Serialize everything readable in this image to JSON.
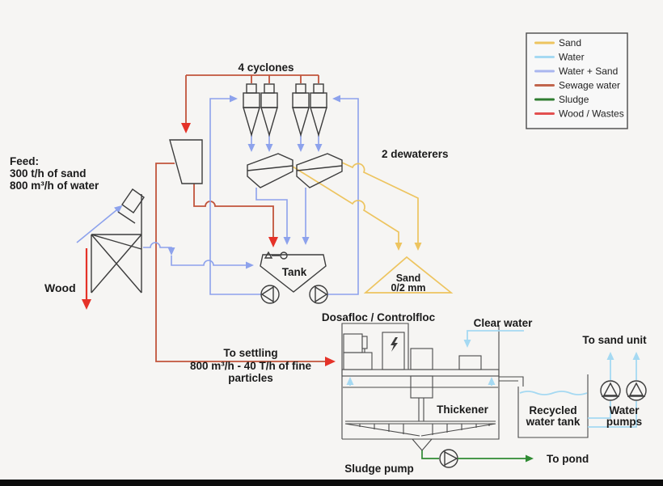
{
  "legend": {
    "items": [
      {
        "label": "Sand",
        "color": "#edc45f"
      },
      {
        "label": "Water",
        "color": "#a5d9f2"
      },
      {
        "label": "Water + Sand",
        "color": "#a9b6ef"
      },
      {
        "label": "Sewage water",
        "color": "#c1654d"
      },
      {
        "label": "Sludge",
        "color": "#2f7d31"
      },
      {
        "label": "Wood / Wastes",
        "color": "#e35050"
      }
    ]
  },
  "feed": {
    "line1": "Feed:",
    "line2": "300 t/h of sand",
    "line3": "800 m³/h of water"
  },
  "settling": {
    "line1": "To settling",
    "line2": "800 m³/h - 40 T/h of fine",
    "line3": "particles"
  },
  "labels": {
    "cyclones": "4 cyclones",
    "dewaterers": "2 dewaterers",
    "wood": "Wood",
    "tank": "Tank",
    "sand_pile_line1": "Sand",
    "sand_pile_line2": "0/2 mm",
    "dosafloc": "Dosafloc / Controlfloc",
    "clear_water": "Clear water",
    "to_sand_unit": "To sand unit",
    "thickener": "Thickener",
    "recycled_line1": "Recycled",
    "recycled_line2": "water tank",
    "water_pumps_line1": "Water",
    "water_pumps_line2": "pumps",
    "sludge_pump": "Sludge pump",
    "to_pond": "To pond"
  },
  "colors": {
    "sand": "#edc45f",
    "water": "#a5d9f2",
    "water_sand": "#8da2ec",
    "sewage": "#c1543b",
    "sludge": "#2f8b33",
    "wood_wastes": "#e53228",
    "outline": "#3c3c3c",
    "background": "#f6f5f3"
  }
}
